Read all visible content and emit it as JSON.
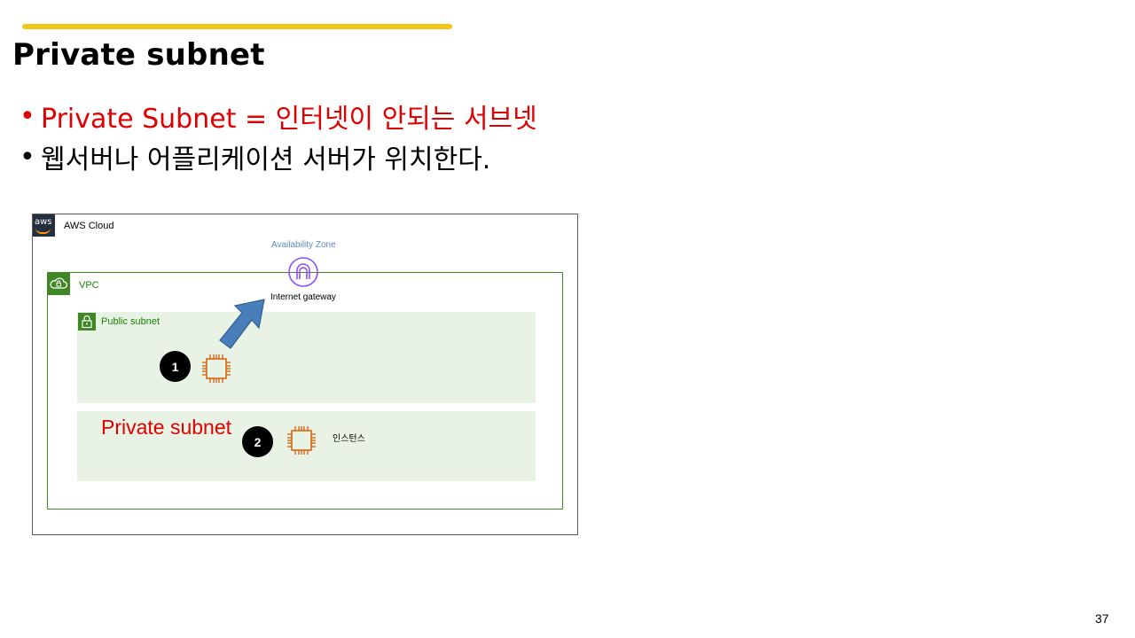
{
  "slide": {
    "title": "Private subnet",
    "bullets": [
      {
        "text": "Private Subnet = 인터넷이 안되는 서브넷",
        "color": "#e00000"
      },
      {
        "text": "웹서버나 어플리케이션 서버가 위치한다.",
        "color": "#000000"
      }
    ],
    "page_number": "37",
    "accent_color": "#f5c518"
  },
  "diagram": {
    "cloud_label": "AWS Cloud",
    "logo_text": "aws",
    "availability_zone_label": "Availability Zone",
    "vpc_label": "VPC",
    "public_subnet_label": "Public subnet",
    "private_subnet_label": "Private subnet",
    "internet_gateway_label": "Internet gateway",
    "instance_label": "인스턴스",
    "badges": [
      "1",
      "2"
    ],
    "icons": [
      "aws-logo-icon",
      "vpc-cloud-icon",
      "lock-icon",
      "internet-gateway-icon",
      "ec2-chip-icon",
      "up-right-arrow-icon"
    ],
    "colors": {
      "vpc_green": "#3f8624",
      "subnet_fill": "#e8f3e6",
      "instance_orange": "#d86613",
      "gateway_purple": "#8c4fff",
      "arrow_blue": "#4a7ebb",
      "highlight_red": "#e00000"
    }
  }
}
